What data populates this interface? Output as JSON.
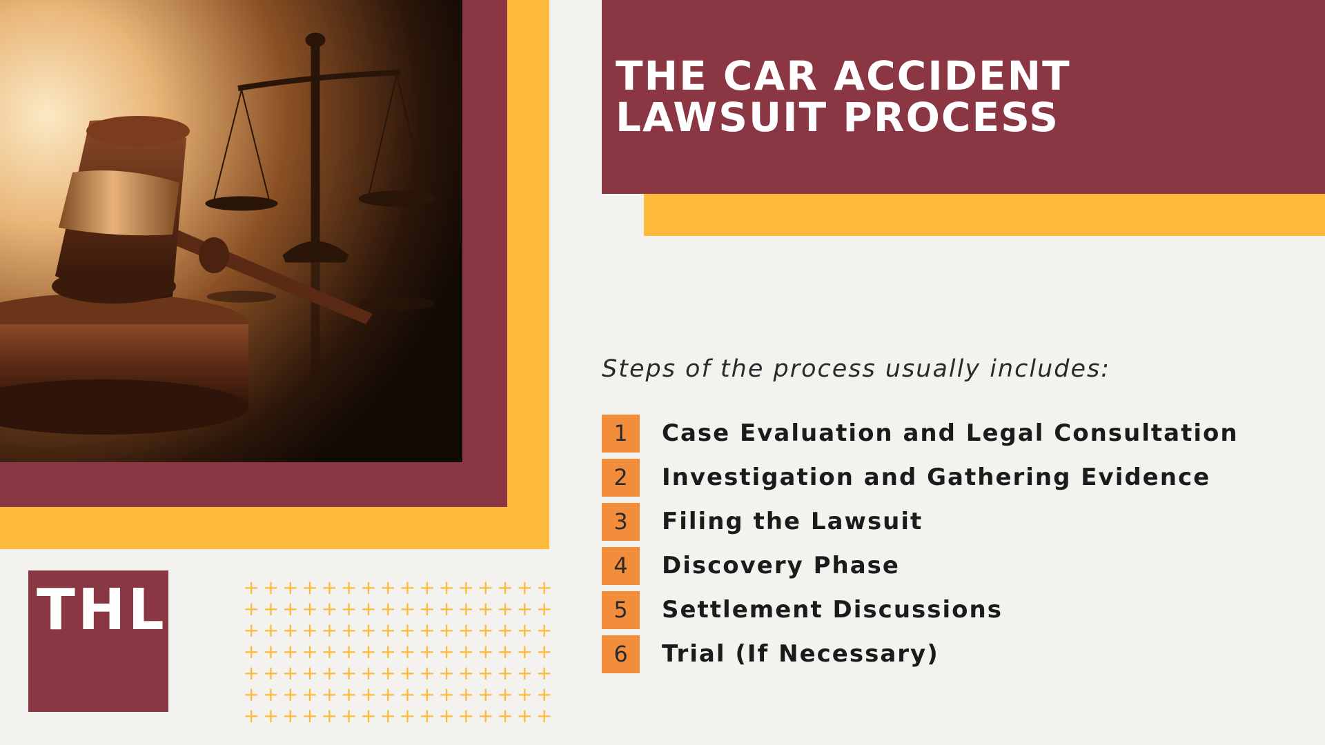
{
  "title": {
    "line1": "THE CAR ACCIDENT",
    "line2": "LAWSUIT PROCESS"
  },
  "intro": "Steps of the process usually includes:",
  "steps": [
    {
      "number": "1",
      "label": "Case Evaluation and Legal Consultation"
    },
    {
      "number": "2",
      "label": "Investigation and Gathering Evidence"
    },
    {
      "number": "3",
      "label": "Filing the Lawsuit"
    },
    {
      "number": "4",
      "label": "Discovery Phase"
    },
    {
      "number": "5",
      "label": "Settlement Discussions"
    },
    {
      "number": "6",
      "label": "Trial (If Necessary)"
    }
  ],
  "logo": {
    "text": "THL"
  },
  "image": {
    "subject": "judge gavel and scales of justice",
    "icons": [
      "gavel-icon",
      "scales-icon"
    ]
  },
  "pattern": {
    "glyph": "+"
  },
  "colors": {
    "maroon": "#8b3643",
    "yellow": "#fdb93b",
    "orange": "#f28d3c",
    "background": "#f3f2ee"
  }
}
